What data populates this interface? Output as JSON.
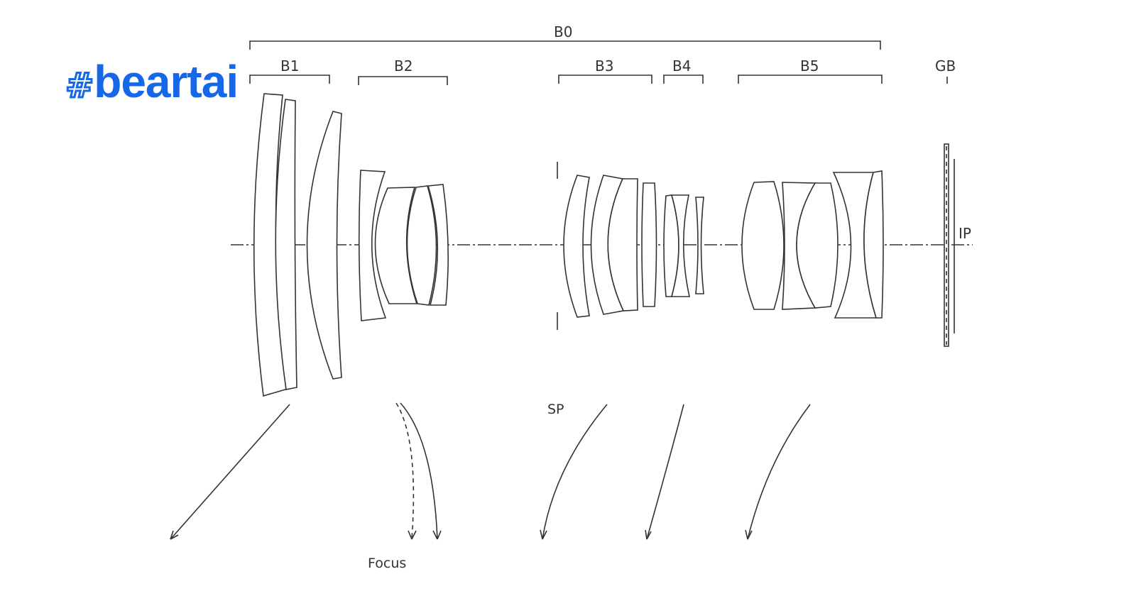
{
  "brand": {
    "hash": "#",
    "word": "beartai",
    "color": "#1668e8"
  },
  "labels": {
    "b0": "B0",
    "b1": "B1",
    "b2": "B2",
    "b3": "B3",
    "b4": "B4",
    "b5": "B5",
    "gb": "GB",
    "ip": "IP",
    "sp": "SP",
    "focus": "Focus"
  },
  "colors": {
    "line": "#333333",
    "background": "#ffffff"
  }
}
